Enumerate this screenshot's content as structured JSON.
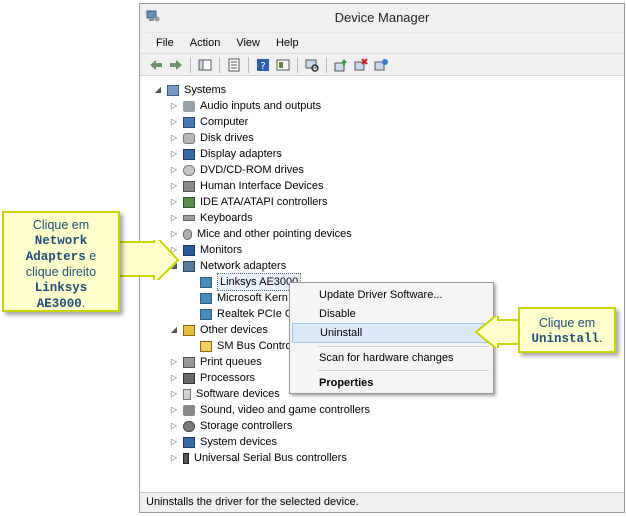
{
  "window": {
    "title": "Device Manager"
  },
  "menu": [
    "File",
    "Action",
    "View",
    "Help"
  ],
  "tree": {
    "root": "Systems",
    "categories": {
      "audio": "Audio inputs and outputs",
      "computer": "Computer",
      "disk": "Disk drives",
      "display": "Display adapters",
      "dvd": "DVD/CD-ROM drives",
      "hid": "Human Interface Devices",
      "ide": "IDE ATA/ATAPI controllers",
      "keyboards": "Keyboards",
      "mice": "Mice and other pointing devices",
      "monitors": "Monitors",
      "network": "Network adapters",
      "other": "Other devices",
      "print": "Print queues",
      "processors": "Processors",
      "software": "Software devices",
      "sound": "Sound, video and game controllers",
      "storage": "Storage controllers",
      "system": "System devices",
      "usb": "Universal Serial Bus controllers"
    },
    "network_children": [
      "Linksys AE3000",
      "Microsoft Kern",
      "Realtek PCIe GB"
    ],
    "other_children": [
      "SM Bus Contro"
    ]
  },
  "context_menu": {
    "update": "Update Driver Software...",
    "disable": "Disable",
    "uninstall": "Uninstall",
    "scan": "Scan for hardware changes",
    "properties": "Properties"
  },
  "status": "Uninstalls the driver for the selected device.",
  "callout_left": {
    "line1": "Clique em",
    "b1": "Network",
    "b2": "Adapters",
    "mid": " e",
    "line3": "clique direito",
    "b3": "Linksys",
    "b4": "AE3000",
    "end": "."
  },
  "callout_right": {
    "line1": "Clique em",
    "b1": "Uninstall",
    "end": "."
  },
  "colors": {
    "callout_bg": "#ffffcc",
    "callout_border": "#c8d400",
    "callout_text": "#1f4e7a",
    "highlight": "#dbe9f8"
  }
}
